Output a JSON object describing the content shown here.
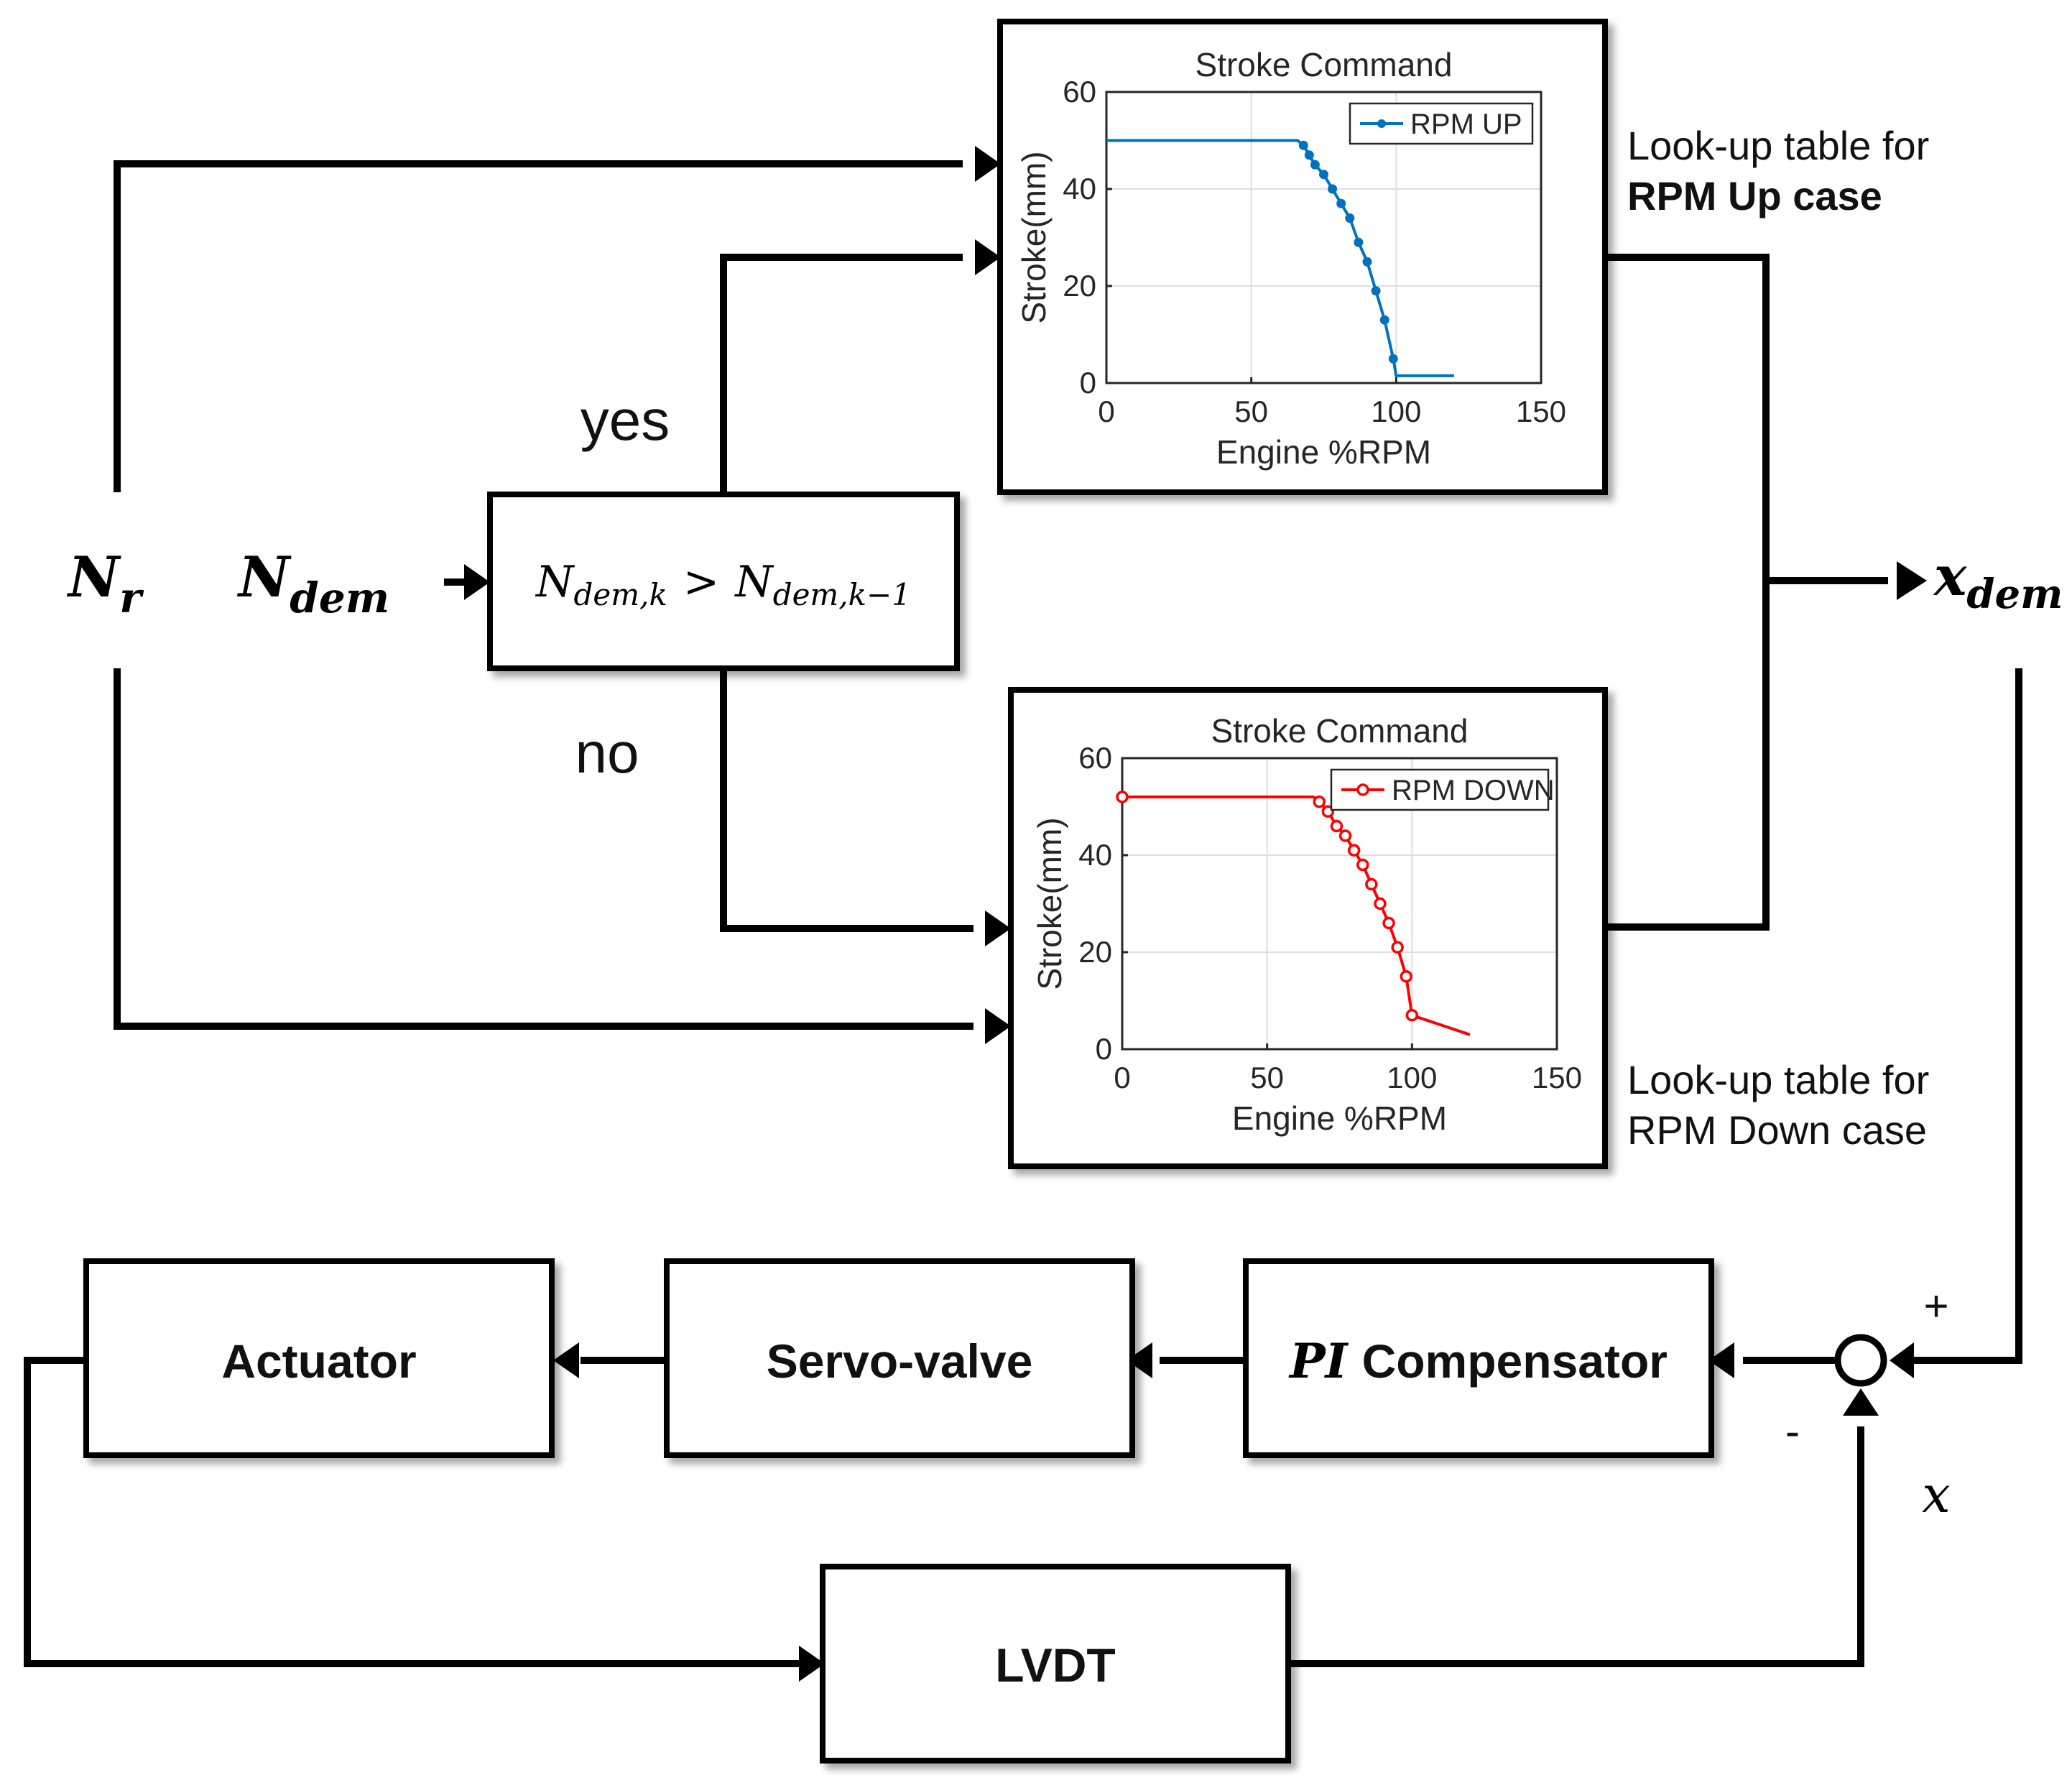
{
  "signals": {
    "n_r": {
      "base": "N",
      "sub": "r"
    },
    "n_dem": {
      "base": "N",
      "sub": "dem"
    },
    "x_dem": {
      "base": "x",
      "sub": "dem"
    },
    "x": "x",
    "plus": "+",
    "minus": "-"
  },
  "condition": {
    "lhs_base": "N",
    "lhs_sub": "dem,k",
    "op": ">",
    "rhs_base": "N",
    "rhs_sub": "dem,k−1"
  },
  "branches": {
    "yes": "yes",
    "no": "no"
  },
  "captions": {
    "up_line1": "Look-up table for",
    "up_line2": "RPM Up case",
    "down_line1": "Look-up table for",
    "down_line2": "RPM Down case"
  },
  "blocks": {
    "actuator": "Actuator",
    "servo": "Servo-valve",
    "pi_italic": "PI",
    "pi_rest": "Compensator",
    "lvdt": "LVDT"
  },
  "chart_data": [
    {
      "type": "line",
      "title": "Stroke Command",
      "xlabel": "Engine %RPM",
      "ylabel": "Stroke(mm)",
      "xlim": [
        0,
        150
      ],
      "ylim": [
        0,
        60
      ],
      "xticks": [
        0,
        50,
        100,
        150
      ],
      "yticks": [
        0,
        20,
        40,
        60
      ],
      "grid": true,
      "legend_position": "top-right",
      "color": "#0072BD",
      "marker": "dot",
      "series": [
        {
          "name": "RPM UP",
          "x": [
            0,
            66,
            68,
            70,
            72,
            75,
            78,
            81,
            84,
            87,
            90,
            93,
            96,
            99,
            100,
            120
          ],
          "y": [
            50,
            50,
            49,
            47,
            45,
            43,
            40,
            37,
            34,
            29,
            25,
            19,
            13,
            5,
            1.5,
            1.5
          ],
          "markers": [
            false,
            false,
            true,
            true,
            true,
            true,
            true,
            true,
            true,
            true,
            true,
            true,
            true,
            true,
            false,
            false
          ]
        }
      ]
    },
    {
      "type": "line",
      "title": "Stroke Command",
      "xlabel": "Engine %RPM",
      "ylabel": "Stroke(mm)",
      "xlim": [
        0,
        150
      ],
      "ylim": [
        0,
        60
      ],
      "xticks": [
        0,
        50,
        100,
        150
      ],
      "yticks": [
        0,
        20,
        40,
        60
      ],
      "grid": true,
      "legend_position": "top-right",
      "color": "#FF0000",
      "marker": "circle",
      "series": [
        {
          "name": "RPM DOWN",
          "x": [
            0,
            66,
            68,
            71,
            74,
            77,
            80,
            83,
            86,
            89,
            92,
            95,
            98,
            100,
            120
          ],
          "y": [
            52,
            52,
            51,
            49,
            46,
            44,
            41,
            38,
            34,
            30,
            26,
            21,
            15,
            7,
            3
          ],
          "markers": [
            true,
            false,
            true,
            true,
            true,
            true,
            true,
            true,
            true,
            true,
            true,
            true,
            true,
            true,
            false
          ]
        }
      ]
    }
  ]
}
